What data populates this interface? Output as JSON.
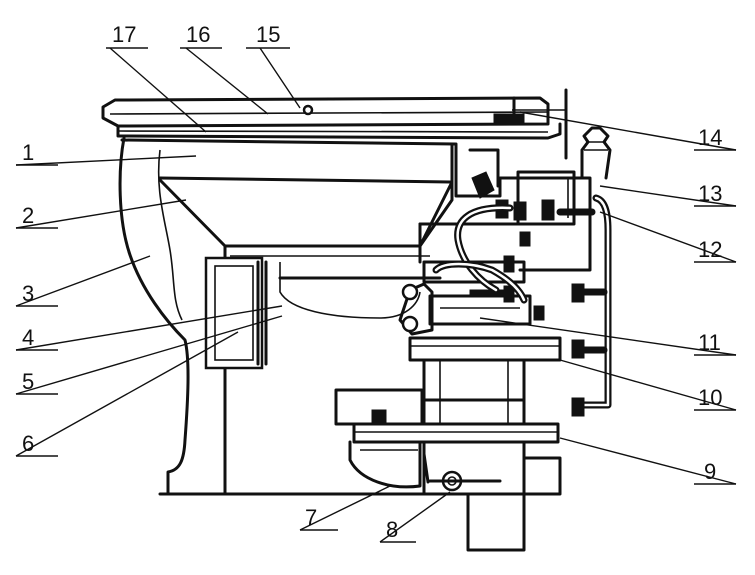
{
  "diagram": {
    "background": "#ffffff",
    "ink": "#111111",
    "callouts": [
      {
        "id": "1",
        "label": "1"
      },
      {
        "id": "2",
        "label": "2"
      },
      {
        "id": "3",
        "label": "3"
      },
      {
        "id": "4",
        "label": "4"
      },
      {
        "id": "5",
        "label": "5"
      },
      {
        "id": "6",
        "label": "6"
      },
      {
        "id": "7",
        "label": "7"
      },
      {
        "id": "8",
        "label": "8"
      },
      {
        "id": "9",
        "label": "9"
      },
      {
        "id": "10",
        "label": "10"
      },
      {
        "id": "11",
        "label": "11"
      },
      {
        "id": "12",
        "label": "12"
      },
      {
        "id": "13",
        "label": "13"
      },
      {
        "id": "14",
        "label": "14"
      },
      {
        "id": "15",
        "label": "15"
      },
      {
        "id": "16",
        "label": "16"
      },
      {
        "id": "17",
        "label": "17"
      }
    ]
  }
}
